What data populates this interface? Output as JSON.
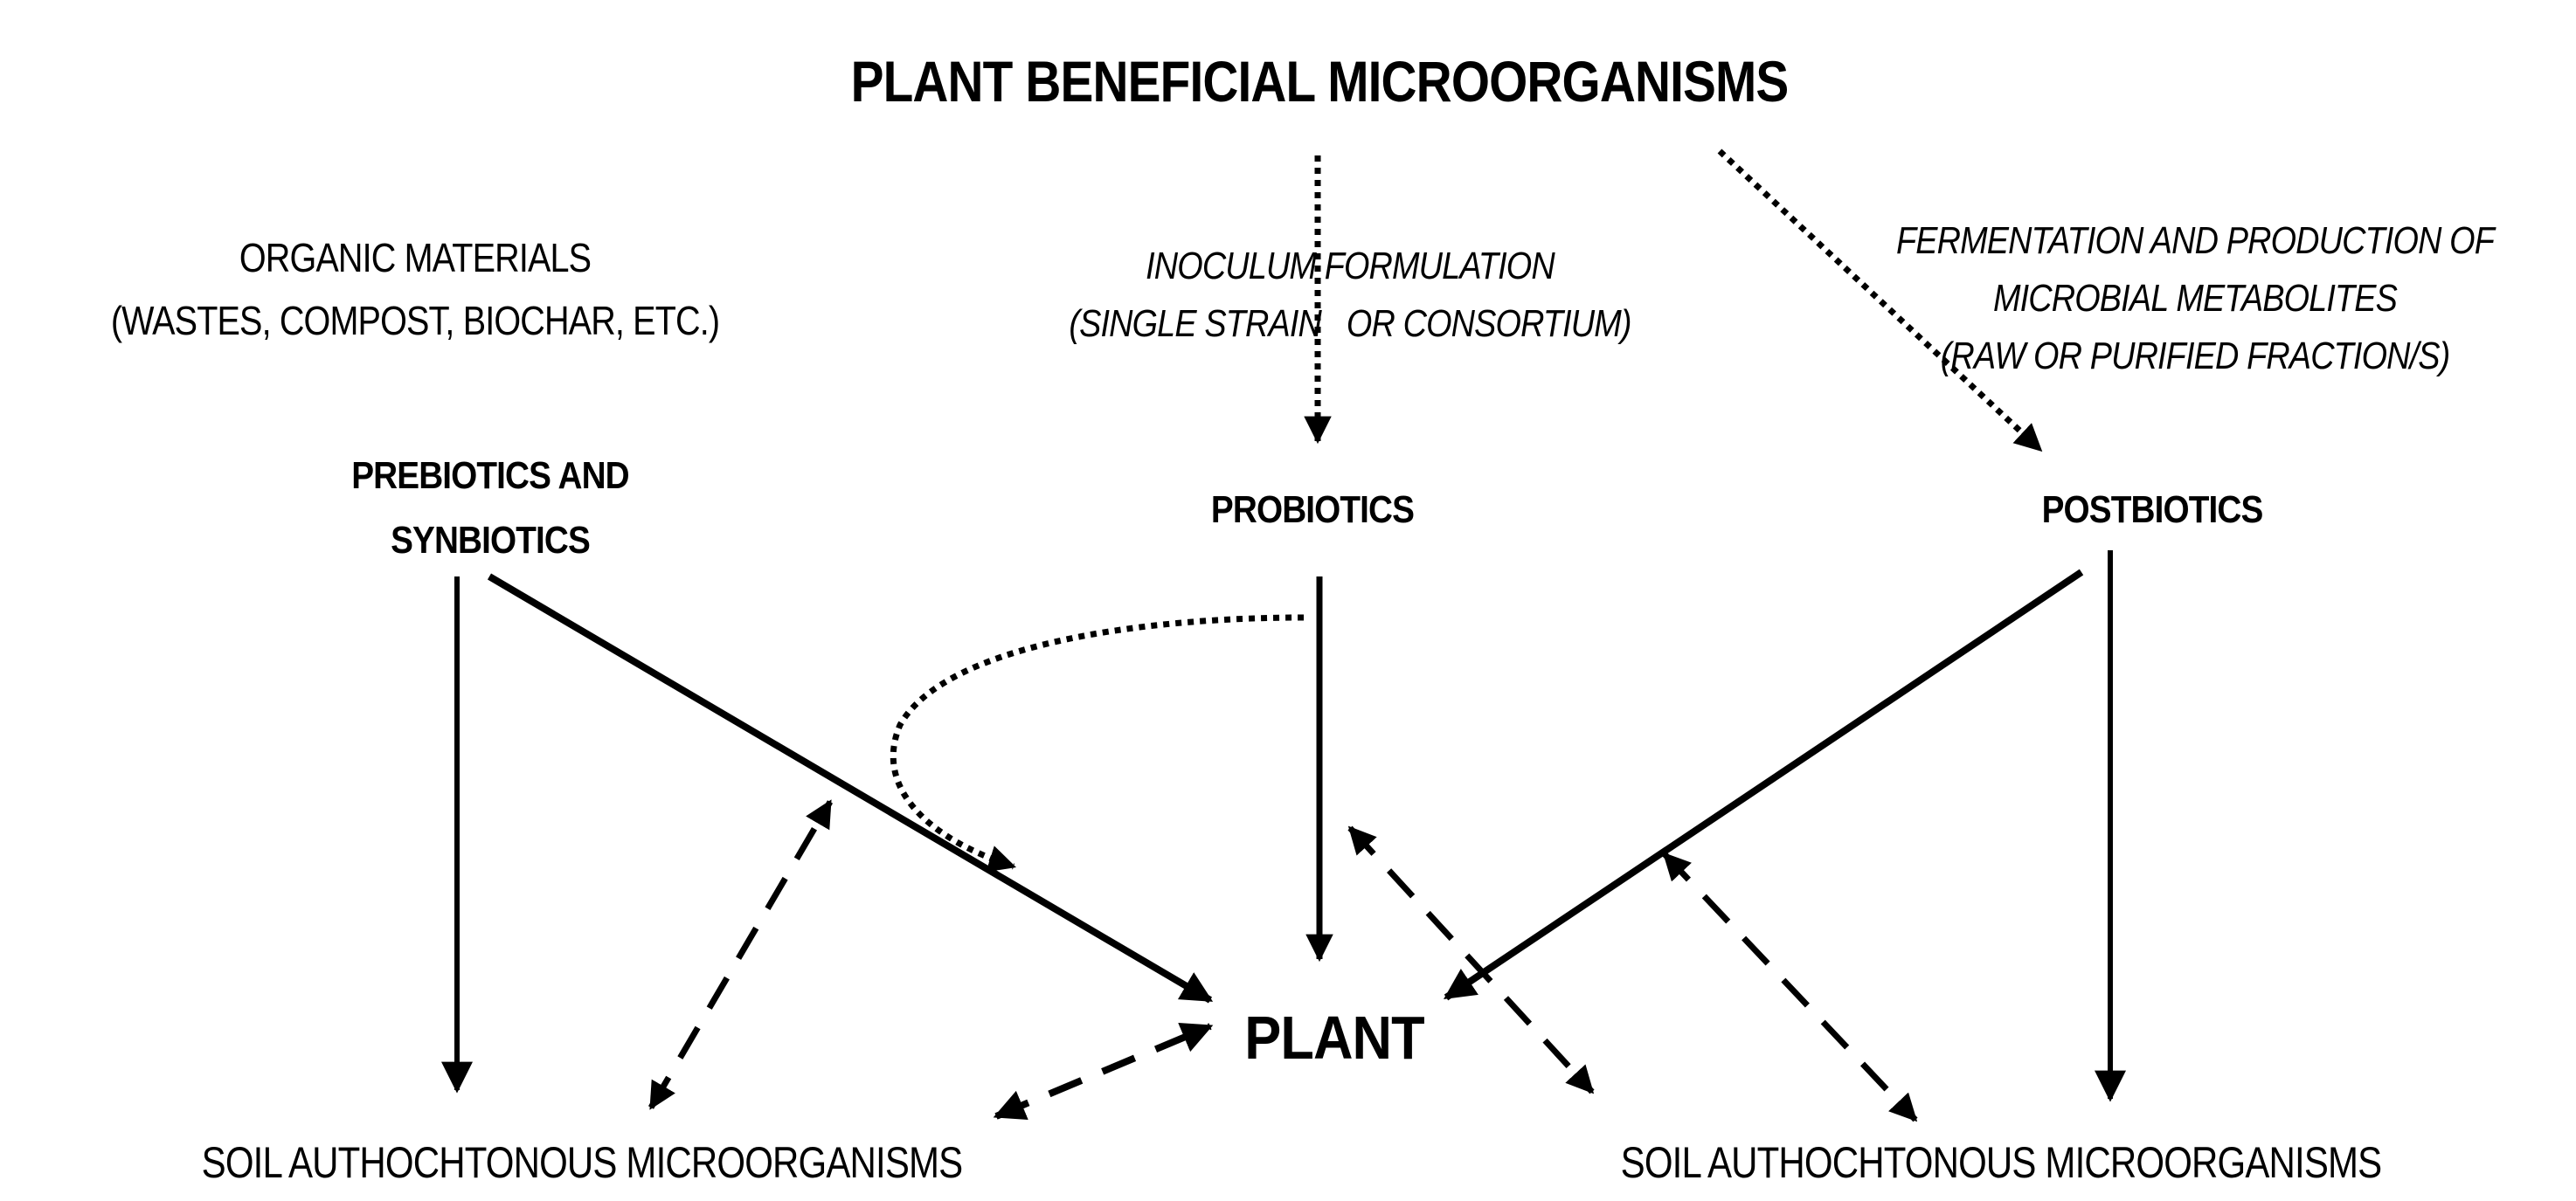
{
  "title": "PLANT BENEFICIAL MICROORGANISMS",
  "sources": {
    "organic": [
      "ORGANIC MATERIALS",
      "(WASTES, COMPOST, BIOCHAR, ETC.)"
    ],
    "inoculum": [
      "INOCULUM FORMULATION",
      "(SINGLE STRAIN   OR CONSORTIUM)"
    ],
    "fermentation": [
      "FERMENTATION AND PRODUCTION OF",
      "MICROBIAL METABOLITES",
      "(RAW OR PURIFIED FRACTION/S)"
    ]
  },
  "nodes": {
    "prebiotics": [
      "PREBIOTICS AND",
      "SYNBIOTICS"
    ],
    "probiotics": "PROBIOTICS",
    "postbiotics": "POSTBIOTICS",
    "plant": "PLANT",
    "soil_left": "SOIL AUTHOCHTONOUS MICROORGANISMS",
    "soil_right": "SOIL AUTHOCHTONOUS MICROORGANISMS"
  },
  "relations": [
    {
      "from": "title",
      "to": "probiotics",
      "style": "dotted",
      "direction": "one-way"
    },
    {
      "from": "title",
      "to": "postbiotics",
      "style": "dotted",
      "direction": "one-way"
    },
    {
      "from": "prebiotics",
      "to": "soil_left",
      "style": "solid",
      "direction": "one-way"
    },
    {
      "from": "prebiotics",
      "to": "plant",
      "style": "solid",
      "direction": "one-way"
    },
    {
      "from": "probiotics",
      "to": "plant",
      "style": "solid",
      "direction": "one-way"
    },
    {
      "from": "probiotics",
      "to": "prebiotics-plant link",
      "style": "dotted",
      "direction": "one-way"
    },
    {
      "from": "postbiotics",
      "to": "plant",
      "style": "solid",
      "direction": "one-way"
    },
    {
      "from": "postbiotics",
      "to": "soil_right",
      "style": "solid",
      "direction": "one-way"
    },
    {
      "from": "soil_left",
      "to": "prebiotics-plant link",
      "style": "dashed",
      "direction": "two-way"
    },
    {
      "from": "soil_left",
      "to": "plant",
      "style": "dashed",
      "direction": "two-way"
    },
    {
      "from": "probiotics-plant link",
      "to": "soil_right",
      "style": "dashed",
      "direction": "two-way"
    },
    {
      "from": "postbiotics-plant link",
      "to": "soil_right",
      "style": "dashed",
      "direction": "two-way"
    }
  ]
}
